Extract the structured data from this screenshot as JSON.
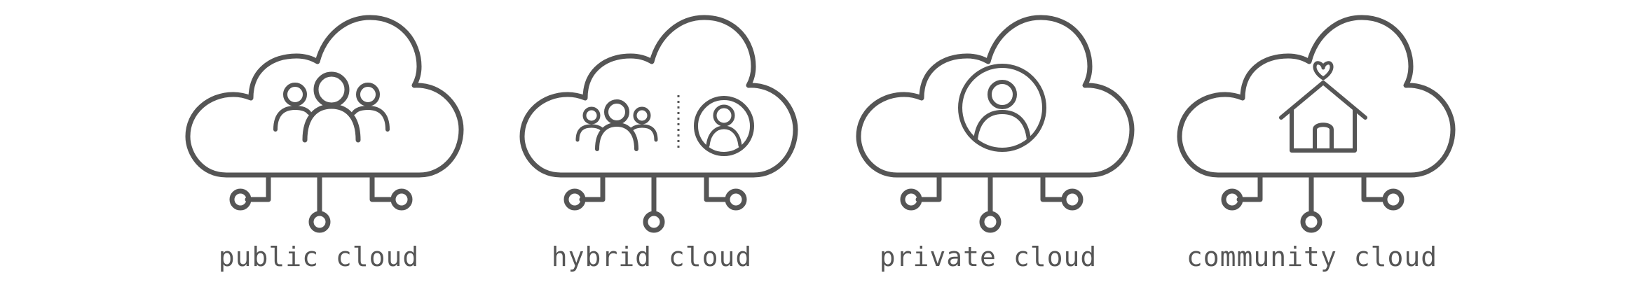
{
  "colors": {
    "stroke": "#555555",
    "text": "#555555",
    "background": "#ffffff"
  },
  "items": [
    {
      "id": "public",
      "label": "public cloud",
      "icon": "group-of-people-icon"
    },
    {
      "id": "hybrid",
      "label": "hybrid cloud",
      "icon": "group-and-single-person-icon"
    },
    {
      "id": "private",
      "label": "private cloud",
      "icon": "single-person-icon"
    },
    {
      "id": "community",
      "label": "community cloud",
      "icon": "house-with-heart-icon"
    }
  ]
}
